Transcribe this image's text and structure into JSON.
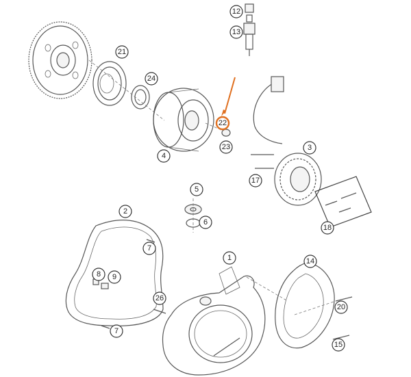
{
  "diagram": {
    "highlight_color": "#e07020",
    "callouts": [
      {
        "id": "c12",
        "label": "12",
        "highlight": false
      },
      {
        "id": "c13",
        "label": "13",
        "highlight": false
      },
      {
        "id": "c21",
        "label": "21",
        "highlight": false
      },
      {
        "id": "c24",
        "label": "24",
        "highlight": false
      },
      {
        "id": "c22",
        "label": "22",
        "highlight": true
      },
      {
        "id": "c23",
        "label": "23",
        "highlight": false
      },
      {
        "id": "c4",
        "label": "4",
        "highlight": false
      },
      {
        "id": "c3",
        "label": "3",
        "highlight": false
      },
      {
        "id": "c17",
        "label": "17",
        "highlight": false
      },
      {
        "id": "c18",
        "label": "18",
        "highlight": false
      },
      {
        "id": "c5",
        "label": "5",
        "highlight": false
      },
      {
        "id": "c6",
        "label": "6",
        "highlight": false
      },
      {
        "id": "c2",
        "label": "2",
        "highlight": false
      },
      {
        "id": "c7a",
        "label": "7",
        "highlight": false
      },
      {
        "id": "c8",
        "label": "8",
        "highlight": false
      },
      {
        "id": "c9",
        "label": "9",
        "highlight": false
      },
      {
        "id": "c7b",
        "label": "7",
        "highlight": false
      },
      {
        "id": "c1",
        "label": "1",
        "highlight": false
      },
      {
        "id": "c26",
        "label": "26",
        "highlight": false
      },
      {
        "id": "c14",
        "label": "14",
        "highlight": false
      },
      {
        "id": "c20",
        "label": "20",
        "highlight": false
      },
      {
        "id": "c15",
        "label": "15",
        "highlight": false
      }
    ]
  }
}
